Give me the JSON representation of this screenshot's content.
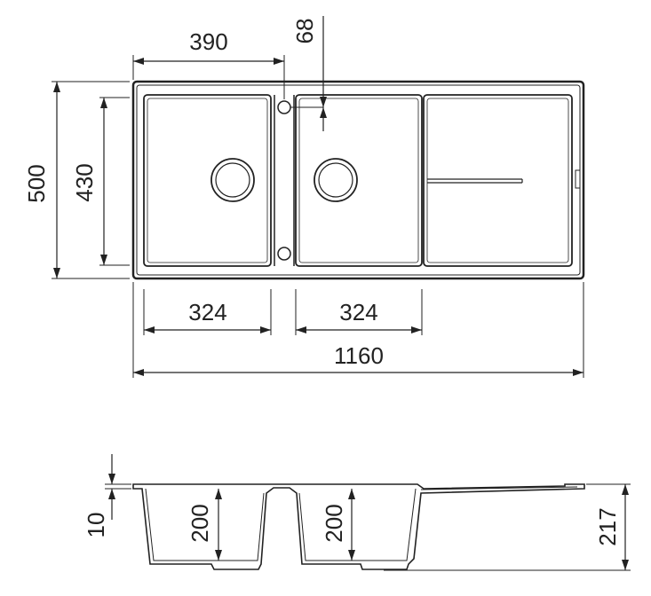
{
  "colors": {
    "stroke": "#222222",
    "background": "#ffffff"
  },
  "dimensions": {
    "top_left_width": "390",
    "faucet_offset": "68",
    "overall_depth": "500",
    "bowl_depth": "430",
    "bowl1_width": "324",
    "bowl2_width": "324",
    "overall_width": "1160",
    "rim_thickness": "10",
    "bowl1_height": "200",
    "bowl2_height": "200",
    "overall_height": "217"
  }
}
